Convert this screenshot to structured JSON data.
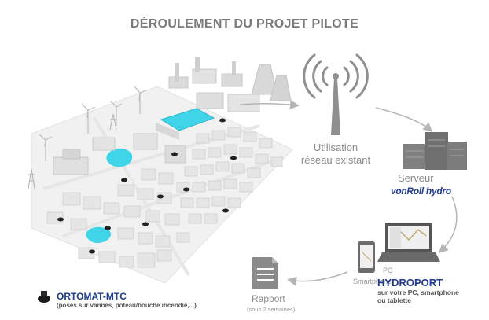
{
  "title": "DÉROULEMENT DU PROJET PILOTE",
  "network": {
    "line1": "Utilisation",
    "line2": "réseau existant"
  },
  "server": {
    "label": "Serveur",
    "brand": "vonRoll hydro"
  },
  "devices": {
    "pc_label": "PC",
    "smartphone_label": "Smartphone"
  },
  "hydroport": {
    "title": "HYDROPORT",
    "subtitle_line1": "sur votre PC, smartphone",
    "subtitle_line2": "ou tablette"
  },
  "report": {
    "title": "Rapport",
    "subtitle": "(sous 2 semaines)"
  },
  "ortomat": {
    "title": "ORTOMAT-MTC",
    "subtitle": "(posés sur vannes, poteau/bouche incendie,...)"
  },
  "colors": {
    "accent_blue": "#1f3b8f",
    "water_cyan": "#3fd4e8",
    "grey_text": "#8a8a8a"
  }
}
